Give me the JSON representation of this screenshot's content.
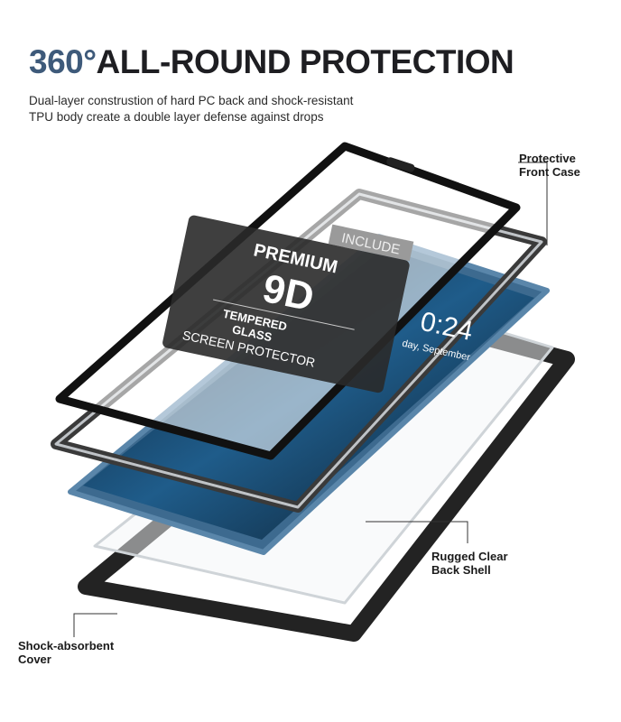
{
  "header": {
    "title_accent": "360°",
    "title_main": "ALL-ROUND PROTECTION",
    "subtitle_line1": "Dual-layer construstion of hard PC back and shock-resistant",
    "subtitle_line2": "TPU body create a double layer defense against drops"
  },
  "badge": {
    "include": "INCLUDE",
    "premium": "PREMIUM",
    "grade": "9D",
    "tempered": "TEMPERED",
    "glass": "GLASS",
    "screen_protector": "SCREEN PROTECTOR"
  },
  "phone_screen": {
    "time": "0:24",
    "date": "day, September"
  },
  "callouts": {
    "front_case_line1": "Protective",
    "front_case_line2": "Front Case",
    "back_shell_line1": "Rugged Clear",
    "back_shell_line2": "Back Shell",
    "cover_line1": "Shock-absorbent",
    "cover_line2": "Cover"
  },
  "colors": {
    "accent": "#3e5a7a",
    "phone_blue": "#3d6a8f",
    "bumper": "#222222"
  }
}
